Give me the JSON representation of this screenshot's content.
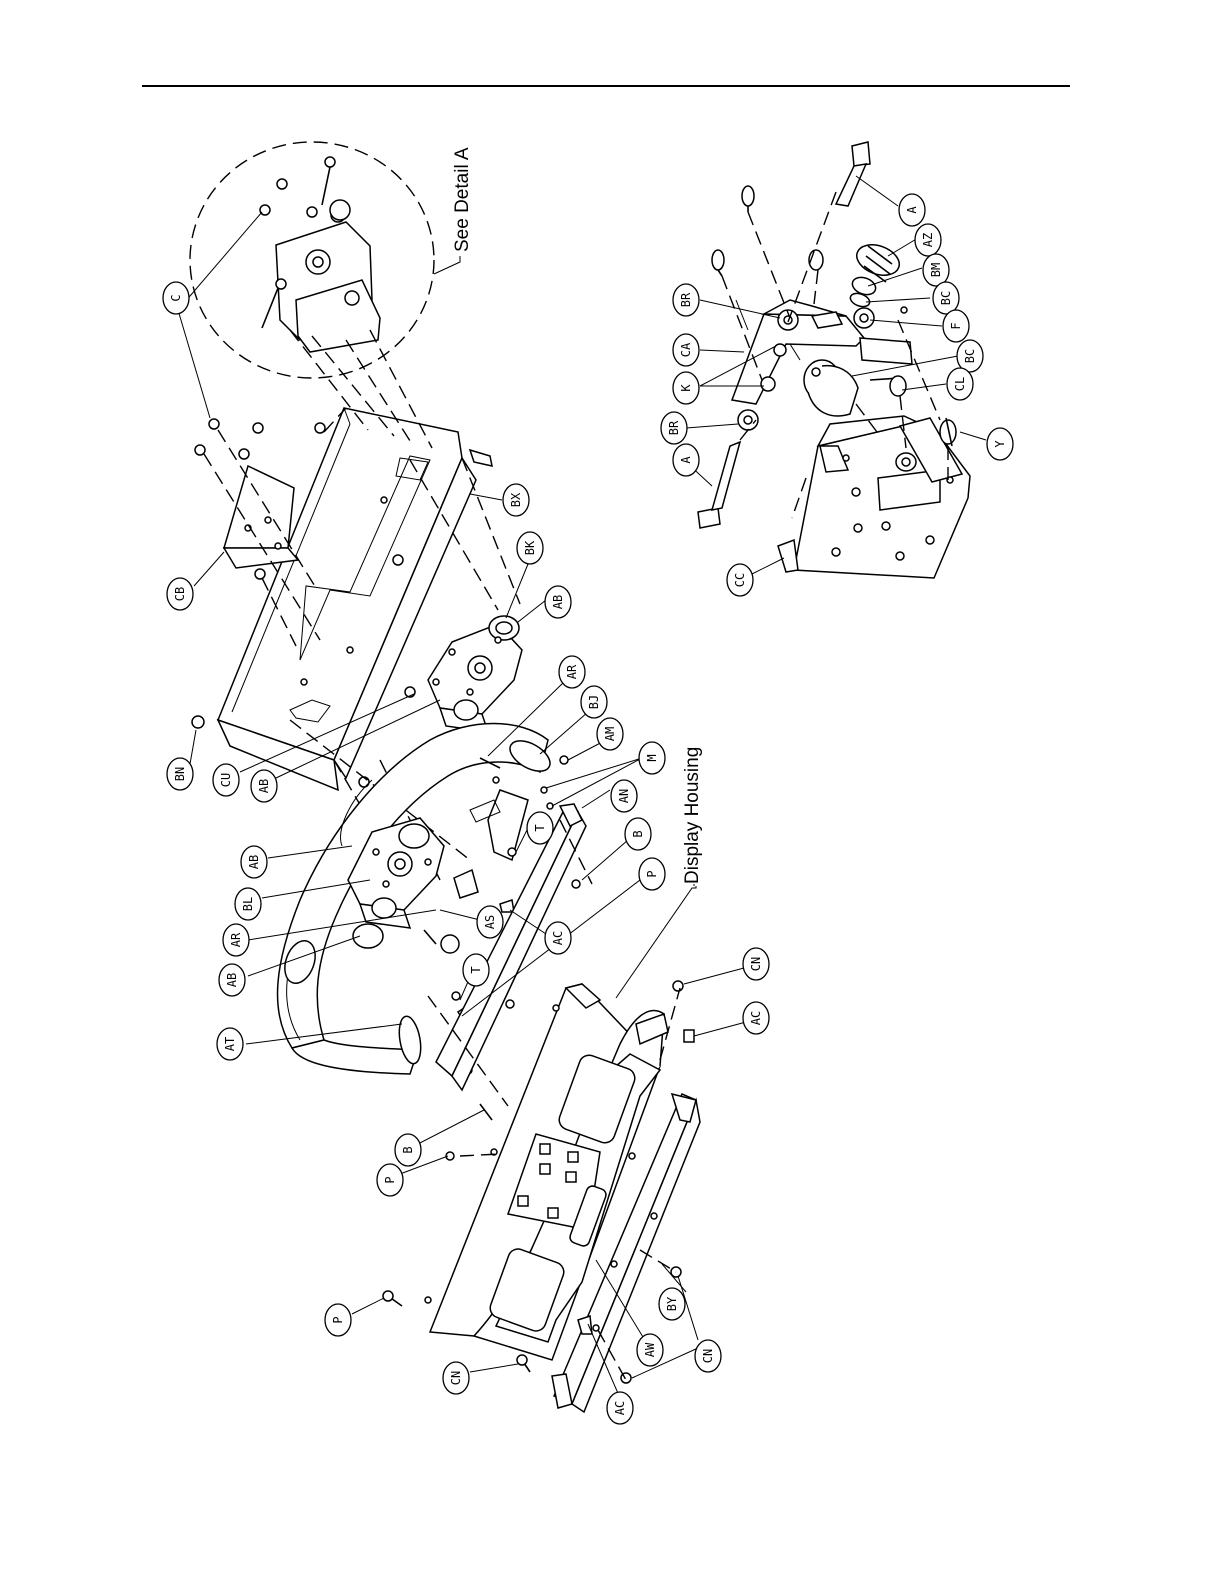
{
  "labels": {
    "see_detail": "See Detail A",
    "display_housing": "Display Housing"
  },
  "callouts": {
    "cb": "CB",
    "bn": "BN",
    "cu": "CU",
    "ab1": "AB",
    "ab2": "AB",
    "ab3": "AB",
    "ab4": "AB",
    "bl": "BL",
    "ar1": "AR",
    "at": "AT",
    "bx": "BX",
    "bk": "BK",
    "ab5": "AB",
    "ar2": "AR",
    "bj": "BJ",
    "am": "AM",
    "m": "M",
    "an": "AN",
    "t1": "T",
    "as": "AS",
    "t2": "T",
    "ac1": "AC",
    "b1": "B",
    "p1": "P",
    "b2": "B",
    "p2": "P",
    "p3": "P",
    "cn1": "CN",
    "ac2": "AC",
    "aw": "AW",
    "cn2": "CN",
    "by": "BY",
    "cn3": "CN",
    "ac3": "AC",
    "cn4": "CN",
    "c": "C",
    "d_a1": "A",
    "d_az": "AZ",
    "d_bm": "BM",
    "d_bc1": "BC",
    "d_f": "F",
    "d_bc2": "BC",
    "d_cl": "CL",
    "d_y": "Y",
    "d_br1": "BR",
    "d_ca": "CA",
    "d_k": "K",
    "d_br2": "BR",
    "d_a2": "A",
    "d_cc": "CC"
  }
}
